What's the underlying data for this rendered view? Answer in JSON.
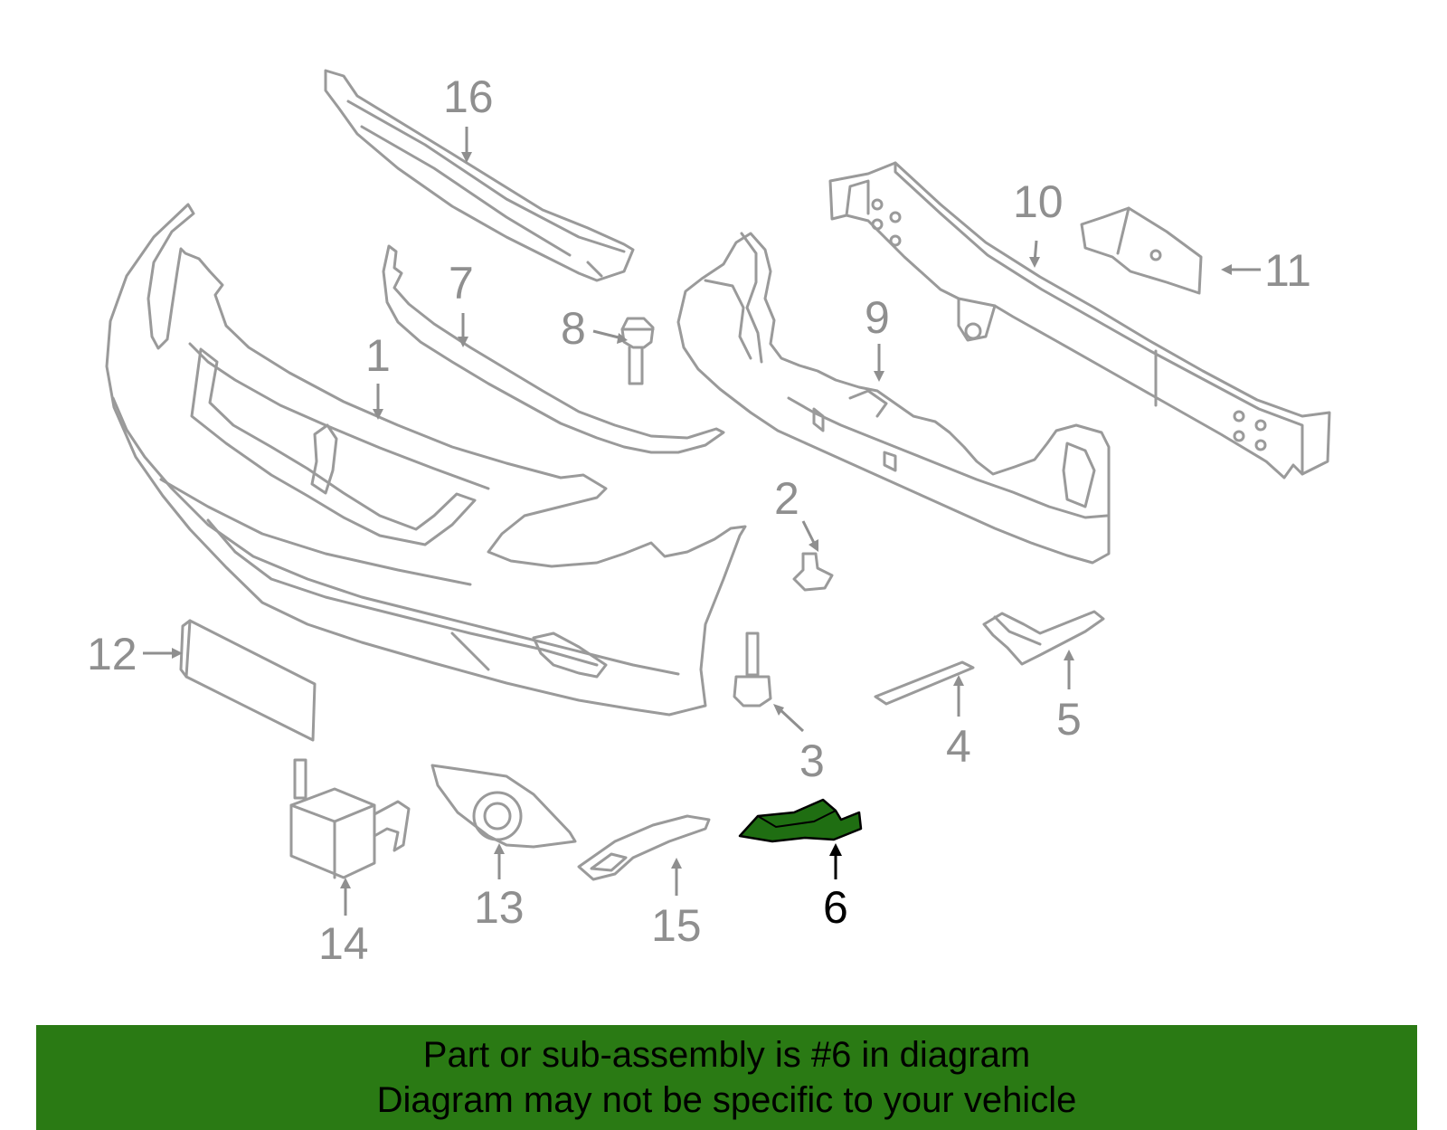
{
  "diagram": {
    "callouts": [
      {
        "id": "1",
        "label": "1"
      },
      {
        "id": "2",
        "label": "2"
      },
      {
        "id": "3",
        "label": "3"
      },
      {
        "id": "4",
        "label": "4"
      },
      {
        "id": "5",
        "label": "5"
      },
      {
        "id": "6",
        "label": "6"
      },
      {
        "id": "7",
        "label": "7"
      },
      {
        "id": "8",
        "label": "8"
      },
      {
        "id": "9",
        "label": "9"
      },
      {
        "id": "10",
        "label": "10"
      },
      {
        "id": "11",
        "label": "11"
      },
      {
        "id": "12",
        "label": "12"
      },
      {
        "id": "13",
        "label": "13"
      },
      {
        "id": "14",
        "label": "14"
      },
      {
        "id": "15",
        "label": "15"
      },
      {
        "id": "16",
        "label": "16"
      }
    ],
    "highlighted_part": "6",
    "highlight_color": "#1f6e12",
    "line_color": "#9a9a9a"
  },
  "banner": {
    "line1": "Part or sub-assembly is #6 in diagram",
    "line2": "Diagram may not be specific to your vehicle",
    "background": "#2a7a14"
  }
}
